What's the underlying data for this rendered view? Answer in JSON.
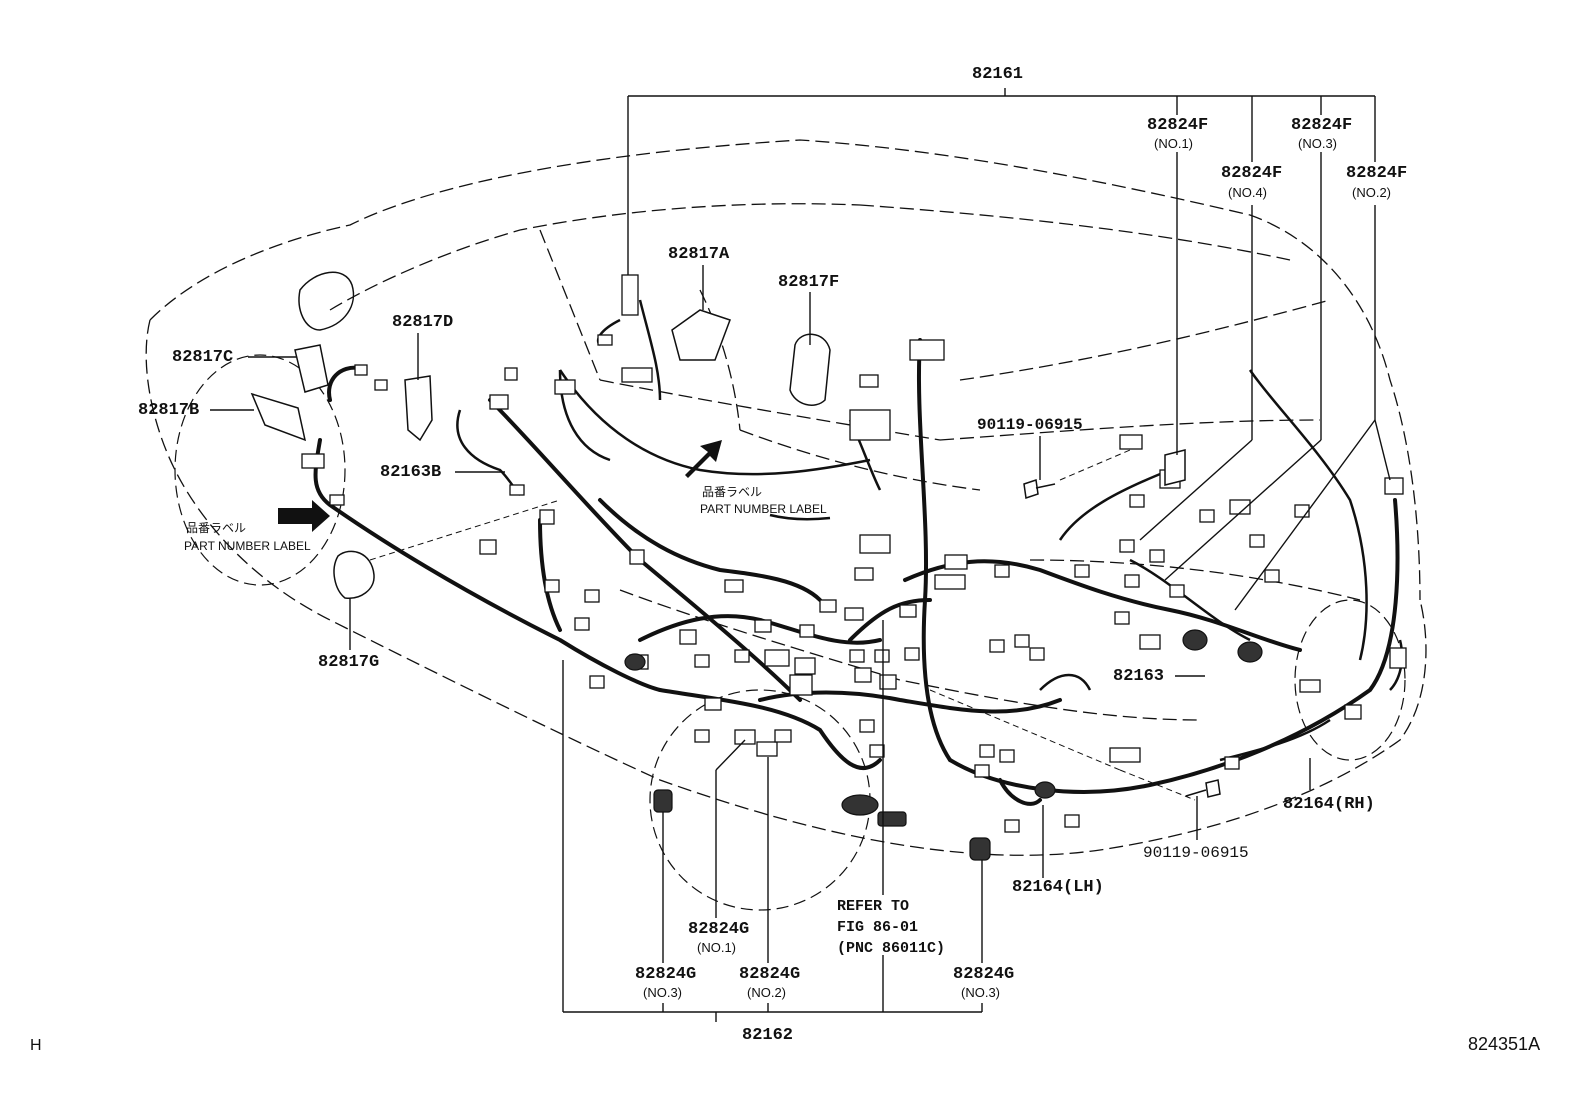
{
  "callouts": {
    "c82161": "82161",
    "c82824F_1": "82824F",
    "c82824F_1_no": "(NO.1)",
    "c82824F_3": "82824F",
    "c82824F_3_no": "(NO.3)",
    "c82824F_4": "82824F",
    "c82824F_4_no": "(NO.4)",
    "c82824F_2": "82824F",
    "c82824F_2_no": "(NO.2)",
    "c82817A": "82817A",
    "c82817F": "82817F",
    "c82817D": "82817D",
    "c82817C": "82817C",
    "c82817B": "82817B",
    "c82163B": "82163B",
    "c82817G": "82817G",
    "c90119_top": "90119-06915",
    "c90119_bottom": "90119-06915",
    "c82163": "82163",
    "c82164RH": "82164(RH)",
    "c82164LH": "82164(LH)",
    "c82824G_1": "82824G",
    "c82824G_1_no": "(NO.1)",
    "c82824G_3a": "82824G",
    "c82824G_3a_no": "(NO.3)",
    "c82824G_2": "82824G",
    "c82824G_2_no": "(NO.2)",
    "c82824G_3b": "82824G",
    "c82824G_3b_no": "(NO.3)",
    "c82162": "82162"
  },
  "part_labels": {
    "left_jp": "品番ラベル",
    "left_en": "PART NUMBER LABEL",
    "center_jp": "品番ラベル",
    "center_en": "PART NUMBER LABEL"
  },
  "reference": {
    "line1": "REFER TO",
    "line2": "FIG 86-01",
    "line3": "(PNC 86011C)"
  },
  "corners": {
    "left": "H",
    "right": "824351A"
  }
}
